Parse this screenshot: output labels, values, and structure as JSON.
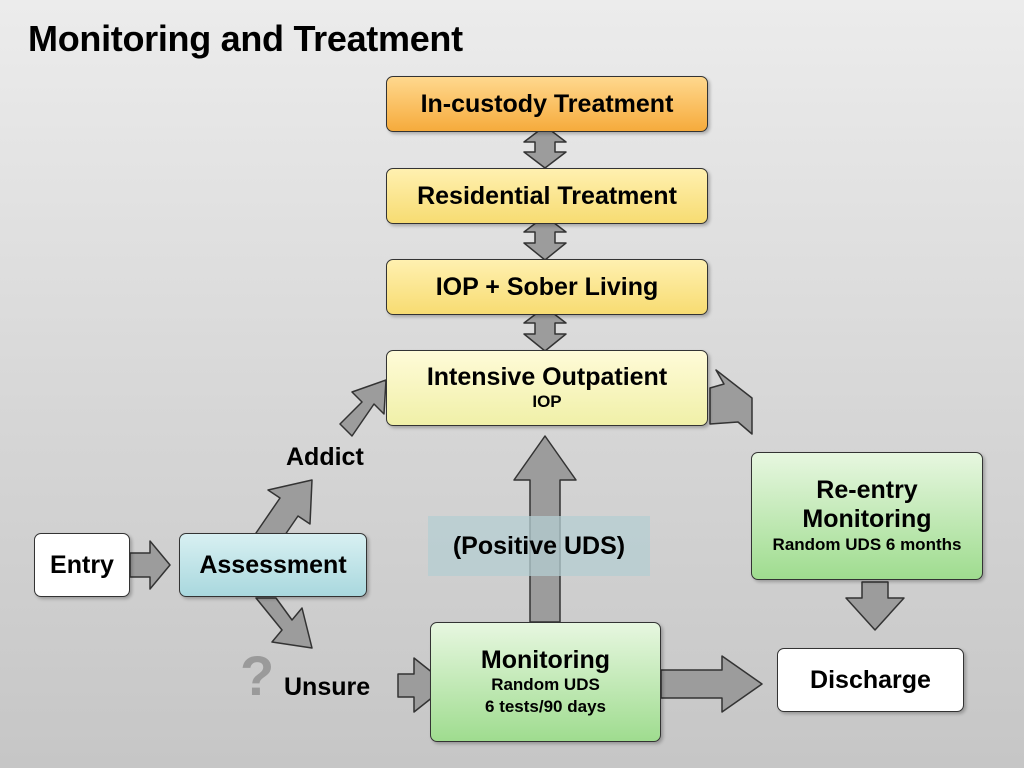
{
  "title": "Monitoring and Treatment",
  "boxes": {
    "in_custody": {
      "main": "In-custody Treatment"
    },
    "residential": {
      "main": "Residential Treatment"
    },
    "iop_sober": {
      "main": "IOP + Sober Living"
    },
    "intensive_outpatient": {
      "main": "Intensive Outpatient",
      "sub": "IOP"
    },
    "reentry": {
      "main_line1": "Re-entry",
      "main_line2": "Monitoring",
      "sub": "Random UDS 6 months"
    },
    "entry": {
      "main": "Entry"
    },
    "assessment": {
      "main": "Assessment"
    },
    "monitoring": {
      "main": "Monitoring",
      "sub_line1": "Random UDS",
      "sub_line2": "6 tests/90 days"
    },
    "discharge": {
      "main": "Discharge"
    }
  },
  "labels": {
    "addict": "Addict",
    "unsure": "Unsure",
    "positive_uds": "(Positive UDS)",
    "question_mark": "?"
  },
  "colors": {
    "orange": "#f6ab3c",
    "yellow": "#f7dc72",
    "pale_yellow": "#f0f0a8",
    "green": "#9fdc8f",
    "blue": "#a9d8de",
    "arrow_gray": "#9c9c9c"
  }
}
